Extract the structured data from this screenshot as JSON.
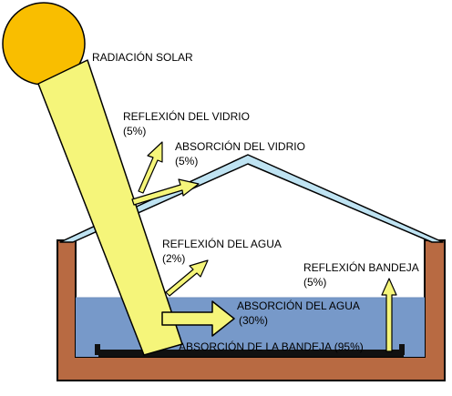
{
  "labels": {
    "solar": "RADIACIÓN SOLAR",
    "glass_reflection": "REFLEXIÓN DEL VIDRIO",
    "glass_reflection_pct": "(5%)",
    "glass_absorption": "ABSORCIÓN DEL VIDRIO",
    "glass_absorption_pct": "(5%)",
    "water_reflection": "REFLEXIÓN DEL AGUA",
    "water_reflection_pct": "(2%)",
    "tray_reflection": "REFLEXIÓN BANDEJA",
    "tray_reflection_pct": "(5%)",
    "water_absorption": "ABSORCIÓN DEL AGUA",
    "water_absorption_pct": "(30%)",
    "tray_absorption": "ABSORCIÓN DE LA BANDEJA (95%)"
  },
  "colors": {
    "sun": "#F9BE00",
    "beam": "#F5F57A",
    "glass": "#BFE3F2",
    "water": "#7799C9",
    "walls": "#B86A42",
    "tray": "#111111"
  }
}
